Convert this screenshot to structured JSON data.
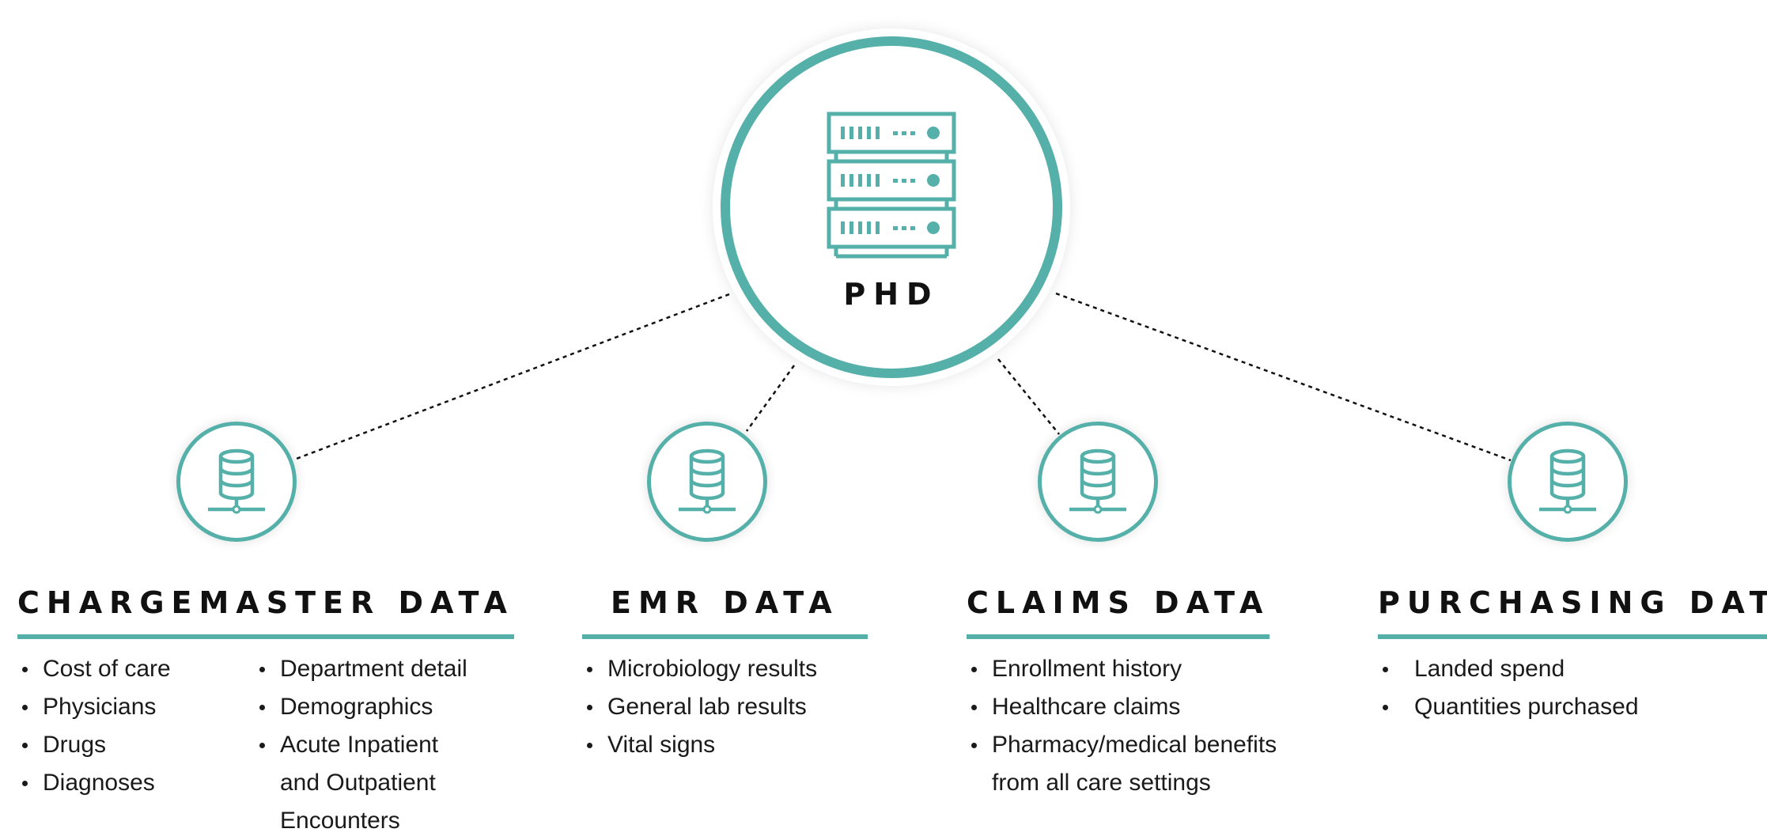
{
  "hub": {
    "label": "PHD",
    "icon": "server-rack-icon"
  },
  "sources": [
    {
      "title": "CHARGEMASTER DATA",
      "icon": "database-icon",
      "columns": [
        [
          "Cost of care",
          "Physicians",
          "Drugs",
          "Diagnoses"
        ],
        [
          "Department detail",
          "Demographics",
          "Acute Inpatient and Outpatient Encounters"
        ]
      ]
    },
    {
      "title": "EMR DATA",
      "icon": "database-icon",
      "columns": [
        [
          "Microbiology results",
          "General lab results",
          "Vital signs"
        ]
      ]
    },
    {
      "title": "CLAIMS DATA",
      "icon": "database-icon",
      "columns": [
        [
          "Enrollment history",
          "Healthcare claims",
          "Pharmacy/medical benefits from all care settings"
        ]
      ]
    },
    {
      "title": "PURCHASING DATA",
      "icon": "database-icon",
      "columns": [
        [
          "Landed spend",
          "Quantities purchased"
        ]
      ]
    }
  ],
  "colors": {
    "accent": "#54b0a8",
    "text": "#111111",
    "connector": "#111111"
  }
}
